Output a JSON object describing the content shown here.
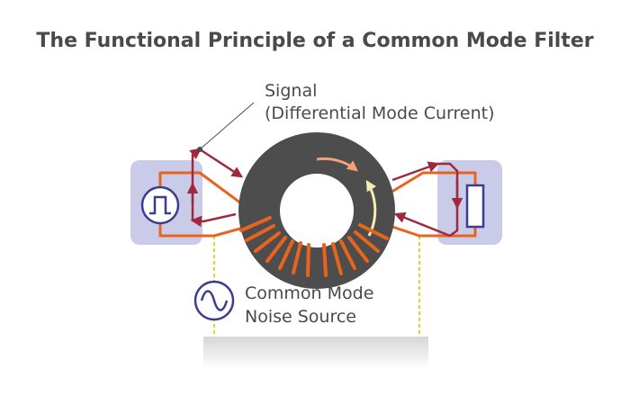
{
  "title": "The Functional Principle of a Common Mode Filter",
  "signal_label": {
    "line1": "Signal",
    "line2": "(Differential Mode Current)"
  },
  "noise_label": {
    "line1": "Common Mode",
    "line2": "Noise Source"
  },
  "icons": {
    "source": "square-wave-source-icon",
    "load": "resistor-icon",
    "noise": "ac-sine-source-icon"
  },
  "colors": {
    "text": "#4a4a4a",
    "wire": "#e8641e",
    "signal_arrow": "#a0293e",
    "core": "#4d4d4d",
    "panel": "#c9cbe8",
    "component_outline": "#3d3d8f",
    "ground_lead": "#e2d42a",
    "flux_arrow_orange": "#f3a07a",
    "flux_arrow_yellow": "#f4ecb0",
    "ground_plane": "#dcdcdc"
  }
}
